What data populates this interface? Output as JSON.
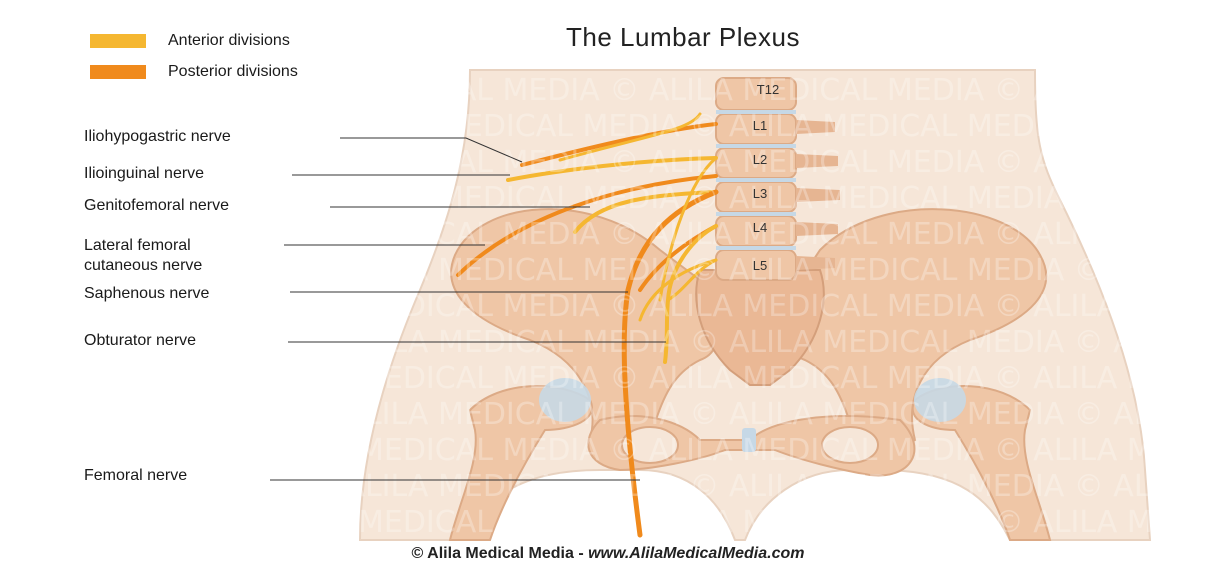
{
  "title": "The Lumbar Plexus",
  "legend": [
    {
      "label": "Anterior divisions",
      "color": "#f5b731"
    },
    {
      "label": "Posterior divisions",
      "color": "#f08a1c"
    }
  ],
  "nerves": [
    {
      "label": "Iliohypogastric nerve"
    },
    {
      "label": "Ilioinguinal nerve"
    },
    {
      "label": "Genitofemoral nerve"
    },
    {
      "label": "Lateral femoral",
      "label2": "cutaneous nerve"
    },
    {
      "label": "Saphenous nerve"
    },
    {
      "label": "Obturator nerve"
    },
    {
      "label": "Femoral nerve"
    }
  ],
  "vertebrae": [
    "T12",
    "L1",
    "L2",
    "L3",
    "L4",
    "L5"
  ],
  "credit": {
    "prefix": "© Alila Medical Media - ",
    "url": "www.AlilaMedicalMedia.com"
  },
  "watermark": "ALILA MEDICAL MEDIA ©",
  "colors": {
    "skin": "#f3dfcd",
    "bone": "#efc2a0",
    "bone_dark": "#e2a982",
    "disc": "#c6d8e6",
    "nerve_anterior": "#f5b731",
    "nerve_posterior": "#f08a1c"
  }
}
